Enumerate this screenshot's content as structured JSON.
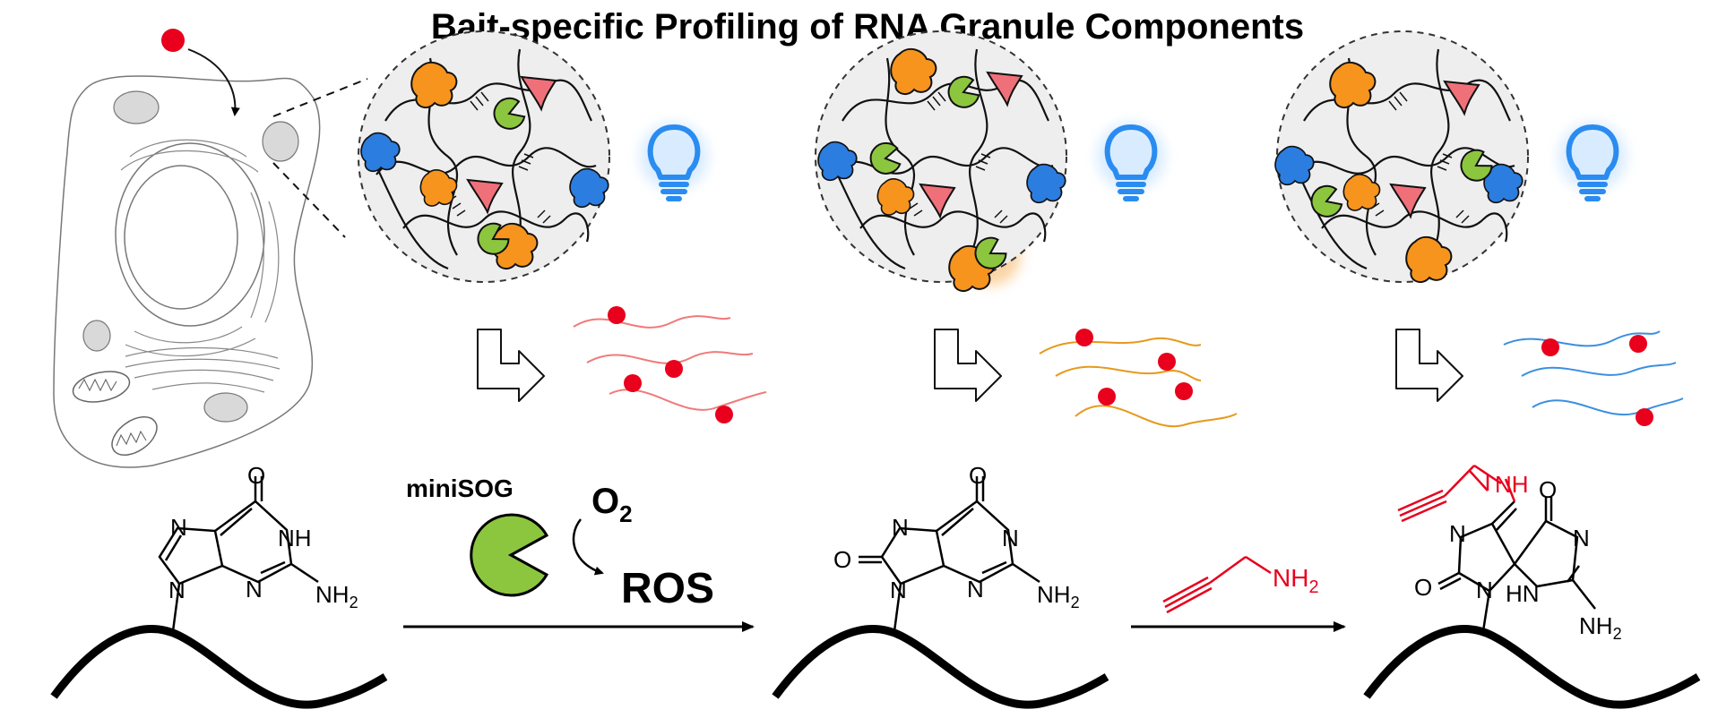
{
  "title": "Bait-specific Profiling of RNA Granule Components",
  "reaction": {
    "enzyme": "miniSOG",
    "oxygen": "O",
    "oxygen_sub": "2",
    "ros": "ROS",
    "amine_reagent_label": "NH",
    "amine_reagent_sub": "2",
    "product_nh": "NH"
  },
  "guanine": {
    "o": "O",
    "n1": "N",
    "nh": "NH",
    "n3": "N",
    "nh2": "NH",
    "nh2_sub": "2",
    "n9": "N"
  },
  "oxoguanine": {
    "o_top": "O",
    "n7": "N",
    "o8": "O",
    "n1": "N",
    "n3": "N",
    "nh2": "NH",
    "nh2_sub": "2",
    "n9": "N"
  },
  "spiro": {
    "o_left": "O",
    "n_ring": "N",
    "n_left": "N",
    "o_right": "O",
    "n_right": "N",
    "hn": "HN",
    "nh2": "NH",
    "nh2_sub": "2"
  },
  "colors": {
    "red_probe": "#e8001c",
    "red_rna": "#f07a7a",
    "orange_rna": "#e69a1c",
    "blue_rna": "#3b8fe0",
    "minisog_green": "#8cc63f",
    "bulb_blue": "#2a8cf0",
    "protein_orange": "#f7941d",
    "protein_pink": "#f0707a",
    "protein_blue": "#2b7de0",
    "granule_fill": "#eeeeee"
  },
  "icons": [
    "cell-diagram-icon",
    "lightbulb-icon",
    "arrow-bend-icon",
    "minisog-pacman-icon"
  ]
}
